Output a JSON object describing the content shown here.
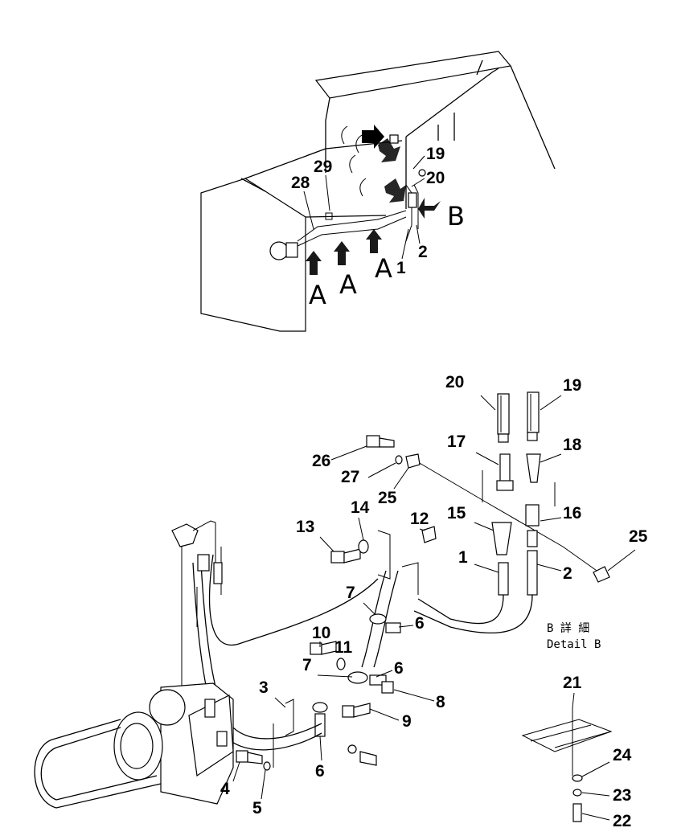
{
  "top_view": {
    "view_letters": [
      "A",
      "A",
      "A",
      "B"
    ],
    "callouts": [
      "29",
      "28",
      "19",
      "20",
      "2",
      "1"
    ]
  },
  "detail": {
    "title_jp": "B 詳 細",
    "title_en": "Detail B"
  },
  "callouts": [
    "20",
    "19",
    "17",
    "18",
    "26",
    "27",
    "25",
    "14",
    "13",
    "12",
    "15",
    "16",
    "25",
    "1",
    "2",
    "10",
    "11",
    "7",
    "7",
    "6",
    "6",
    "3",
    "8",
    "9",
    "4",
    "5",
    "6",
    "21",
    "24",
    "23",
    "22"
  ]
}
